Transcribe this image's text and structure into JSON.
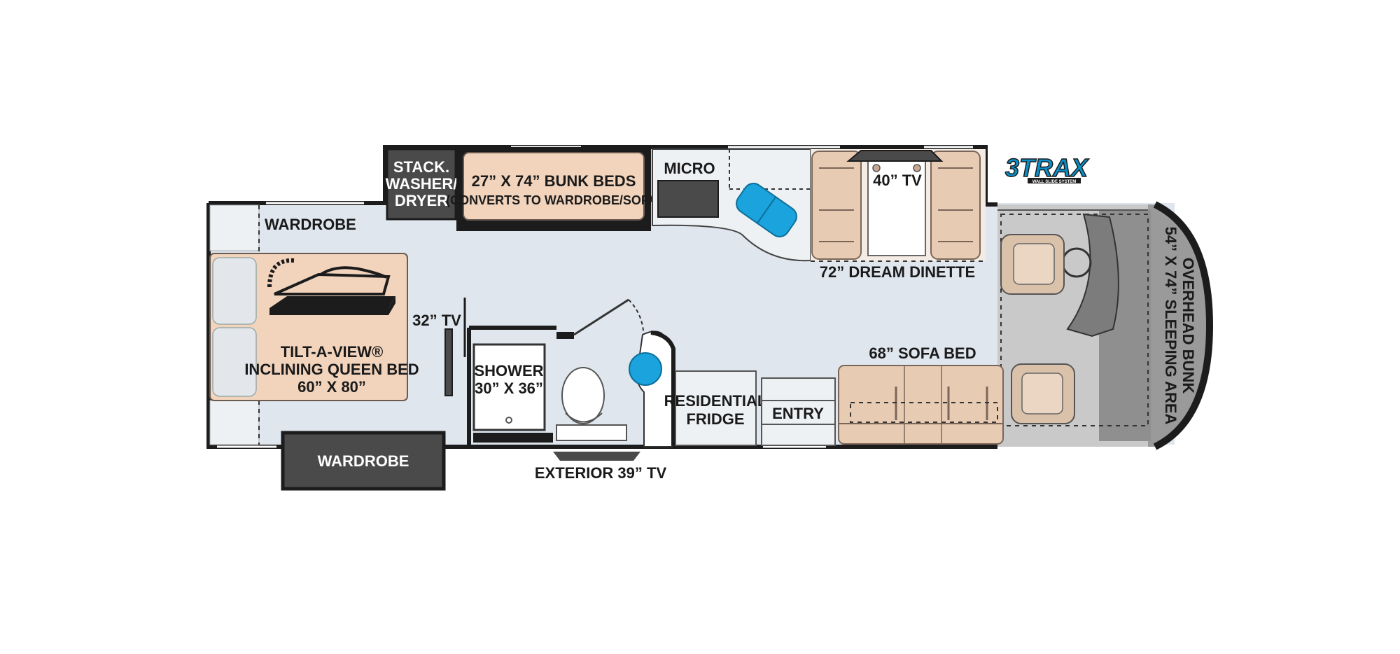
{
  "labels": {
    "stack_washer_1": "STACK.",
    "stack_washer_2": "WASHER/",
    "stack_washer_3": "DRYER",
    "bunk_beds_1": "27” X 74” BUNK BEDS",
    "bunk_beds_2": "(CONVERTS TO WARDROBE/SOFA)",
    "micro": "MICRO",
    "tv_40": "40” TV",
    "dinette": "72” DREAM DINETTE",
    "wardrobe_top": "WARDROBE",
    "tv_32": "32” TV",
    "queen_bed_1": "TILT-A-VIEW®",
    "queen_bed_2": "INCLINING QUEEN BED",
    "queen_bed_3": "60” X 80”",
    "shower_1": "SHOWER",
    "shower_2": "30” X 36”",
    "fridge_1": "RESIDENTIAL",
    "fridge_2": "FRIDGE",
    "entry": "ENTRY",
    "sofa_bed": "68” SOFA BED",
    "overhead_1": "OVERHEAD BUNK",
    "overhead_2": "54” X 74” SLEEPING AREA",
    "wardrobe_bottom": "WARDROBE",
    "exterior_tv": "EXTERIOR 39” TV"
  },
  "logo": {
    "main": "3TRAX",
    "sub": "WALL SLIDE SYSTEM"
  },
  "colors": {
    "floor": "#dfe6ee",
    "wall": "#1c1c1c",
    "bed": "#f2d4bd",
    "seat": "#e8cbb3",
    "dark_gray": "#4a4a4a",
    "cab_gray": "#9a9a9a",
    "blue": "#1aa3dd",
    "logo_blue": "#0a8fc7"
  }
}
